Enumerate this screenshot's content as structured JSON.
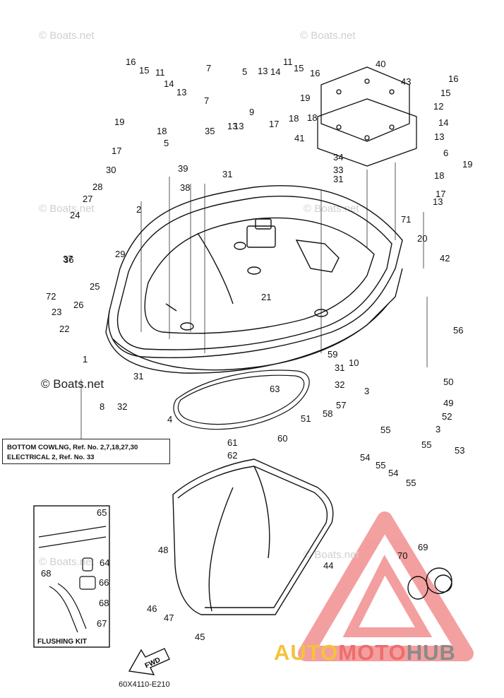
{
  "diagram": {
    "drawing_code": "60X4110-E210",
    "watermark_text": "© Boats.net",
    "note_lines": [
      "BOTTOM COWLNG, Ref. No. 2,7,18,27,30",
      "ELECTRICAL 2,  Ref. No. 33"
    ],
    "flushing_kit_label": "FLUSHING KIT",
    "fwd_label": "FWD",
    "brand": {
      "part1": "AUTO",
      "part2": "MOTO",
      "part3": "HUB"
    },
    "callouts": [
      "16",
      "15",
      "11",
      "14",
      "13",
      "7",
      "19",
      "18",
      "5",
      "17",
      "30",
      "39",
      "35",
      "31",
      "38",
      "28",
      "27",
      "2",
      "24",
      "29",
      "36",
      "37",
      "25",
      "72",
      "26",
      "23",
      "22",
      "1",
      "8",
      "32",
      "4",
      "31",
      "9",
      "13",
      "21",
      "3",
      "63",
      "60",
      "59",
      "31",
      "32",
      "10",
      "56",
      "50",
      "49",
      "52",
      "3",
      "53",
      "51",
      "58",
      "57",
      "55",
      "54",
      "55",
      "55",
      "54",
      "55",
      "61",
      "62",
      "65",
      "48",
      "64",
      "66",
      "68",
      "68",
      "67",
      "44",
      "46",
      "47",
      "45",
      "70",
      "69",
      "40",
      "43",
      "41",
      "16",
      "15",
      "12",
      "14",
      "13",
      "6",
      "19",
      "18",
      "17",
      "13",
      "34",
      "33",
      "31",
      "20",
      "42",
      "71",
      "7",
      "18",
      "11",
      "15",
      "16",
      "13",
      "14",
      "5",
      "17",
      "19",
      "18",
      "13"
    ]
  }
}
